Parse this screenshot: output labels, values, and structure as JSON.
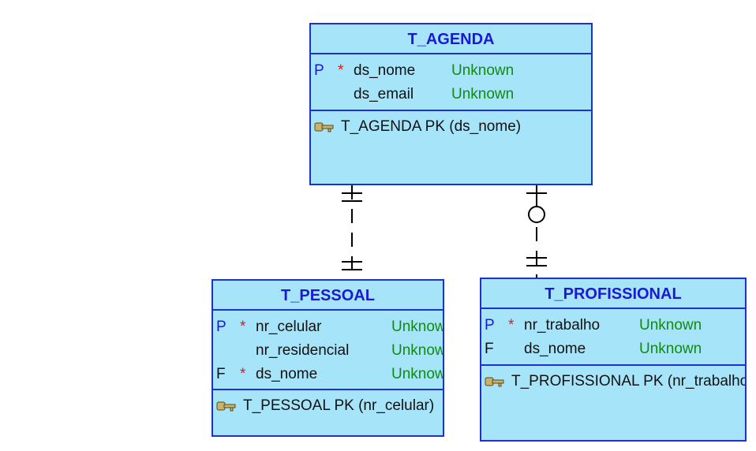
{
  "entities": {
    "agenda": {
      "title": "T_AGENDA",
      "columns": [
        {
          "flag": "P",
          "mandatory": "*",
          "name": "ds_nome",
          "type": "Unknown"
        },
        {
          "flag": "",
          "mandatory": "",
          "name": "ds_email",
          "type": "Unknown"
        }
      ],
      "key": "T_AGENDA PK (ds_nome)"
    },
    "pessoal": {
      "title": "T_PESSOAL",
      "columns": [
        {
          "flag": "P",
          "mandatory": "*",
          "name": "nr_celular",
          "type": "Unknown"
        },
        {
          "flag": "",
          "mandatory": "",
          "name": "nr_residencial",
          "type": "Unknown"
        },
        {
          "flag": "F",
          "mandatory": "*",
          "name": "ds_nome",
          "type": "Unknown"
        }
      ],
      "key": "T_PESSOAL PK (nr_celular)"
    },
    "profissional": {
      "title": "T_PROFISSIONAL",
      "columns": [
        {
          "flag": "P",
          "mandatory": "*",
          "name": "nr_trabalho",
          "type": "Unknown"
        },
        {
          "flag": "F",
          "mandatory": "",
          "name": "ds_nome",
          "type": "Unknown"
        }
      ],
      "key": "T_PROFISSIONAL PK (nr_trabalho)"
    }
  },
  "colors": {
    "entity_fill": "#a6e4fa",
    "entity_border": "#1f2fd6",
    "title_text": "#1a1ad6",
    "type_text": "#128a12",
    "mandatory_mark": "#e01818"
  },
  "relationships": [
    {
      "from": "T_AGENDA",
      "to": "T_PESSOAL",
      "parent_end": "one",
      "child_end": "one",
      "line": "dashed"
    },
    {
      "from": "T_AGENDA",
      "to": "T_PROFISSIONAL",
      "parent_end": "zero-or-one",
      "child_end": "one",
      "line": "dashed"
    }
  ],
  "icons": {
    "key": "key-icon"
  }
}
